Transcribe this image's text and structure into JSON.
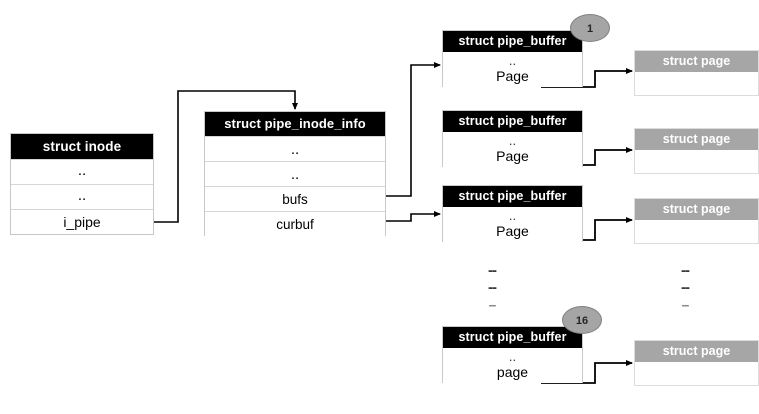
{
  "diagram": {
    "title": "Linux pipe inode / pipe_inode_info / pipe_buffer / page relationship",
    "colors": {
      "header_black": "#000000",
      "header_gray": "#a6a6a6",
      "badge_gray": "#a5a5a5",
      "border_gray": "#c8c8c8",
      "background": "#ffffff",
      "connector": "#000000"
    }
  },
  "inode": {
    "header": "struct inode",
    "rows": [
      "..",
      "..",
      "i_pipe"
    ]
  },
  "pipe_inode_info": {
    "header": "struct pipe_inode_info",
    "rows": [
      "..",
      "..",
      "bufs",
      "curbuf"
    ]
  },
  "pipe_buffers": [
    {
      "header": "struct pipe_buffer",
      "dots": "..",
      "page_field": "Page",
      "badge": "1"
    },
    {
      "header": "struct pipe_buffer",
      "dots": "..",
      "page_field": "Page",
      "badge": ""
    },
    {
      "header": "struct pipe_buffer",
      "dots": "..",
      "page_field": "Page",
      "badge": ""
    },
    {
      "header": "struct pipe_buffer",
      "dots": "..",
      "page_field": "page",
      "badge": "16"
    }
  ],
  "pages": [
    {
      "header": "struct page",
      "body": ""
    },
    {
      "header": "struct page",
      "body": ""
    },
    {
      "header": "struct page",
      "body": ""
    },
    {
      "header": "struct page",
      "body": ""
    }
  ],
  "ellipsis": {
    "left": [
      "--",
      "--",
      "--"
    ],
    "right": [
      "--",
      "--",
      "--"
    ]
  }
}
